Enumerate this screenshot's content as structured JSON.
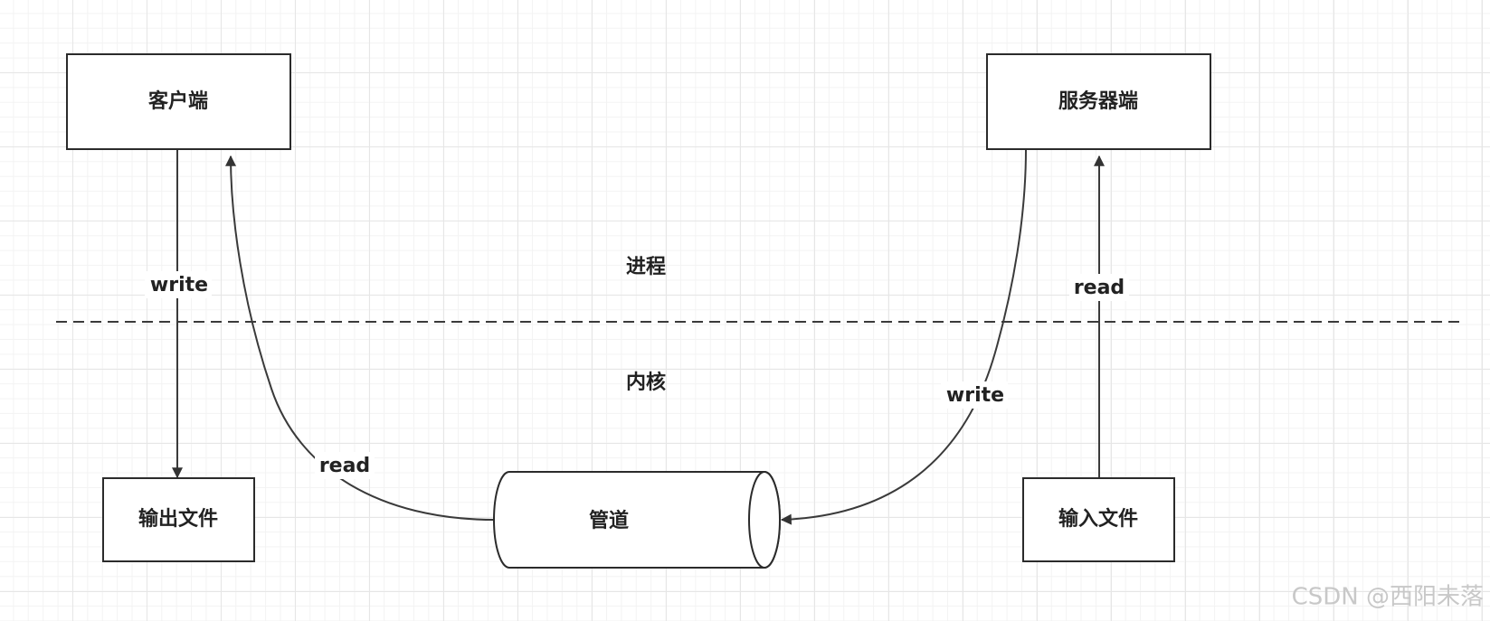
{
  "nodes": {
    "client": "客户端",
    "server": "服务器端",
    "output_file": "输出文件",
    "input_file": "输入文件",
    "pipe": "管道"
  },
  "regions": {
    "process": "进程",
    "kernel": "内核"
  },
  "edges": {
    "client_write": "write",
    "client_read": "read",
    "server_write": "write",
    "server_read": "read"
  },
  "watermark": "CSDN @西阳未落"
}
